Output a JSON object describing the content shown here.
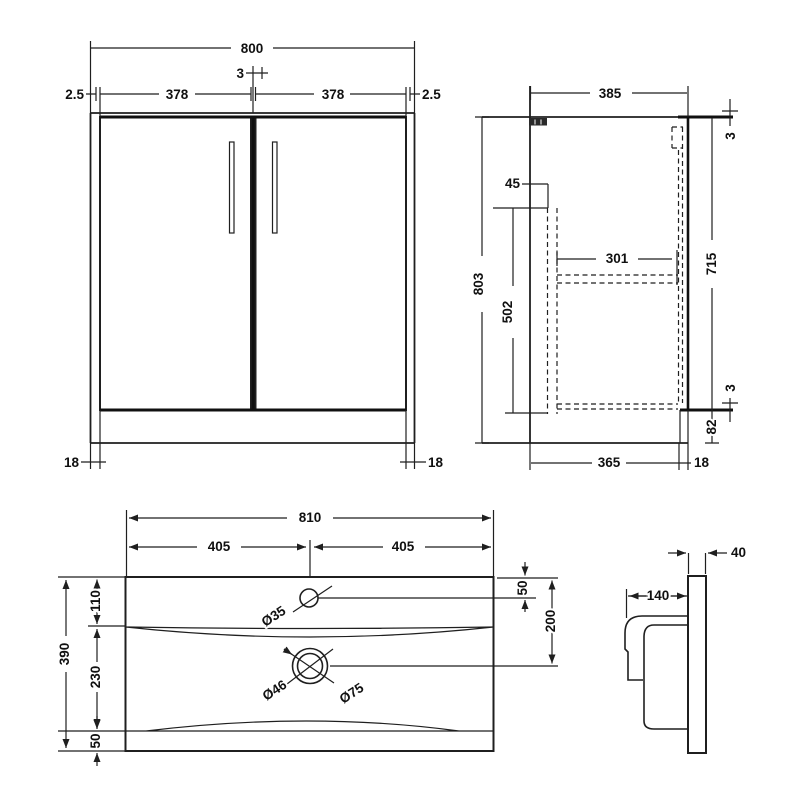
{
  "drawing": {
    "type": "technical-dimension-drawing",
    "subject": "vanity unit with basin",
    "line_color": "#1f1f1f",
    "background": "#ffffff"
  },
  "front": {
    "w": "800",
    "gap": "3",
    "edge_l": "2.5",
    "door_l": "378",
    "door_r": "378",
    "edge_r": "2.5",
    "foot_l": "18",
    "foot_r": "18"
  },
  "side": {
    "depth": "385",
    "top_gap": "3",
    "back_gap": "45",
    "shelf": "301",
    "inner_h": "502",
    "height": "803",
    "front_h": "715",
    "bottom_gap": "3",
    "plinth": "82",
    "base": "365",
    "panel": "18"
  },
  "basin_top": {
    "w": "810",
    "half_l": "405",
    "half_r": "405",
    "depth": "390",
    "back": "110",
    "bowl": "230",
    "front": "50",
    "tap_dia": "Ø35",
    "waste_dia": "Ø46",
    "overflow_dia": "Ø75",
    "tap_off": "50",
    "waste_off": "200"
  },
  "basin_side": {
    "thickness": "40",
    "depth": "140"
  }
}
